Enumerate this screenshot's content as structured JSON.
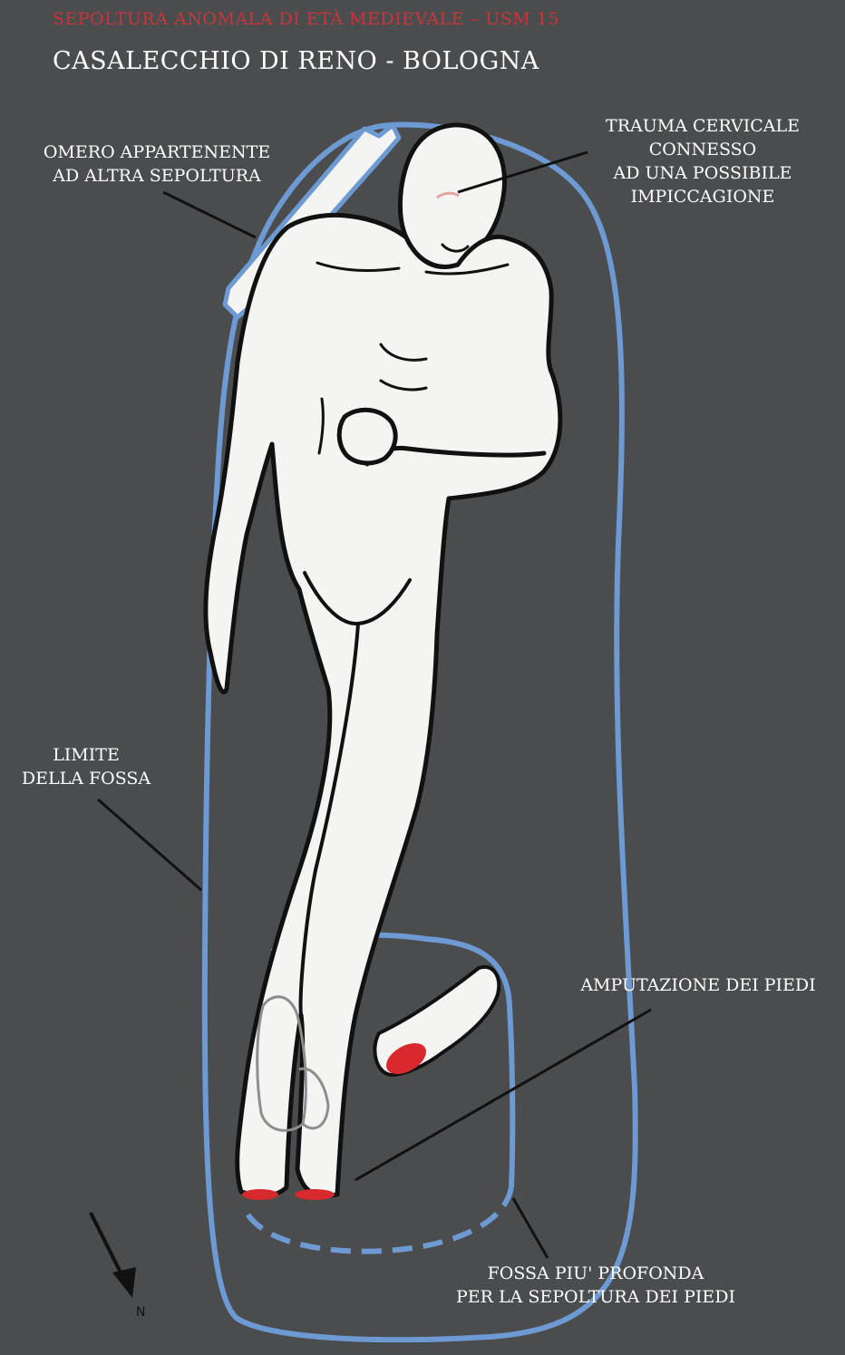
{
  "title_red": "SEPOLTURA ANOMALA DI ETÀ MEDIEVALE – USM 15",
  "subtitle": "CASALECCHIO DI RENO - BOLOGNA",
  "labels": {
    "omero": [
      "OMERO APPARTENENTE",
      "AD ALTRA SEPOLTURA"
    ],
    "trauma": [
      "TRAUMA CERVICALE",
      "CONNESSO",
      "AD UNA POSSIBILE",
      "IMPICCAGIONE"
    ],
    "limite": [
      "LIMITE",
      "DELLA FOSSA"
    ],
    "amputazione": [
      "AMPUTAZIONE DEI PIEDI"
    ],
    "fossa": [
      "FOSSA PIU' PROFONDA",
      "PER LA SEPOLTURA DEI PIEDI"
    ]
  },
  "north_label": "N",
  "colors": {
    "background": "#4b4c4e",
    "outline": "#6d9ad2",
    "body_fill": "#f4f4f2",
    "wound": "#d8292c",
    "title_red": "#c8353a",
    "text": "#ffffff"
  },
  "icons": [
    "north-arrow-icon"
  ]
}
